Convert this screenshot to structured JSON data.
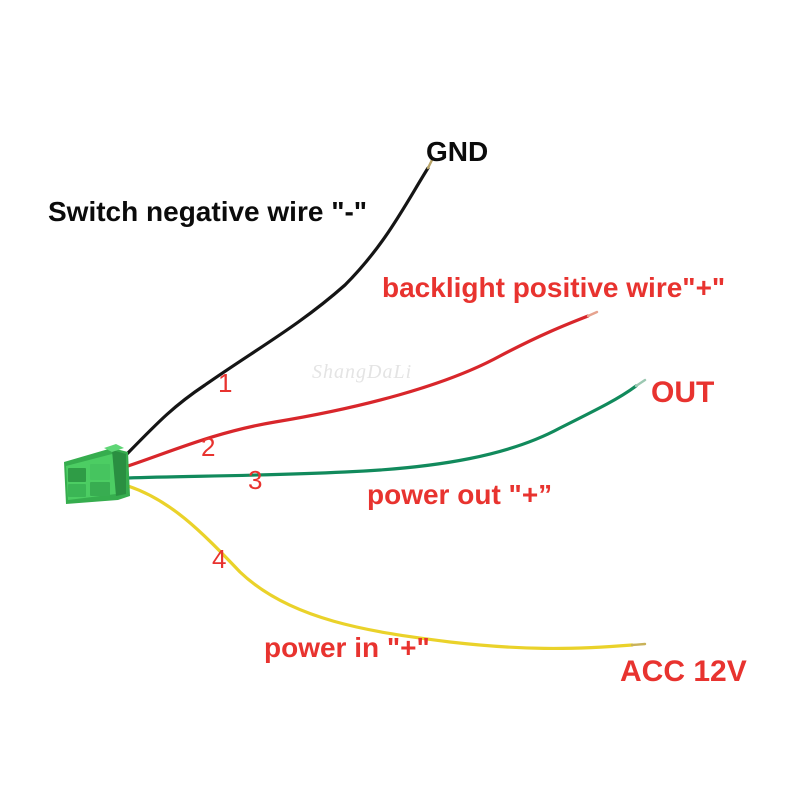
{
  "labels": {
    "gnd": "GND",
    "switch_negative": "Switch negative wire \"-\"",
    "backlight_positive": "backlight positive wire\"+\"",
    "out": "OUT",
    "power_out": "power out \"+”",
    "power_in": "power in \"+\"",
    "acc": "ACC 12V"
  },
  "pins": {
    "p1": "1",
    "p2": "2",
    "p3": "3",
    "p4": "4"
  },
  "watermark": "ShangDaLi",
  "colors": {
    "wire_black": "#151515",
    "wire_red": "#d8262b",
    "wire_green": "#118a5c",
    "wire_yellow": "#ead22a",
    "connector": "#3fbf5a",
    "label_red": "#e8332f",
    "label_black": "#0b0b0b"
  }
}
